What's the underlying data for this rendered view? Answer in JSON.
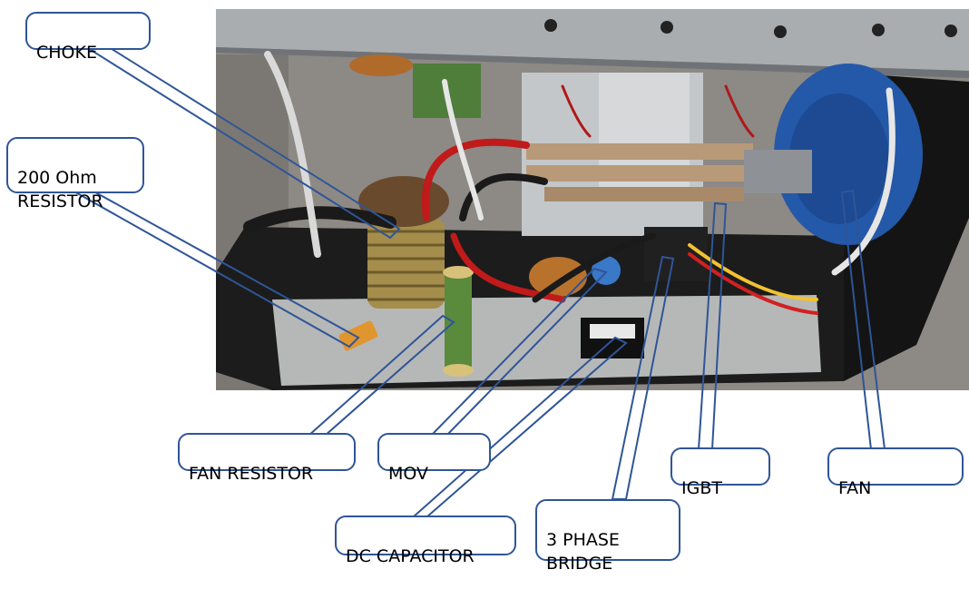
{
  "labels": {
    "choke": "CHOKE",
    "resistor_200_ohm": "200 Ohm\nRESISTOR",
    "fan_resistor": "FAN RESISTOR",
    "mov": "MOV",
    "dc_capacitor": "DC CAPACITOR",
    "three_phase_bridge": "3 PHASE\nBRIDGE",
    "igbt": "IGBT",
    "fan": "FAN"
  },
  "colors": {
    "callout_border": "#2f5597",
    "leader_line": "#2f5597",
    "photo_background": "#8a8784"
  }
}
